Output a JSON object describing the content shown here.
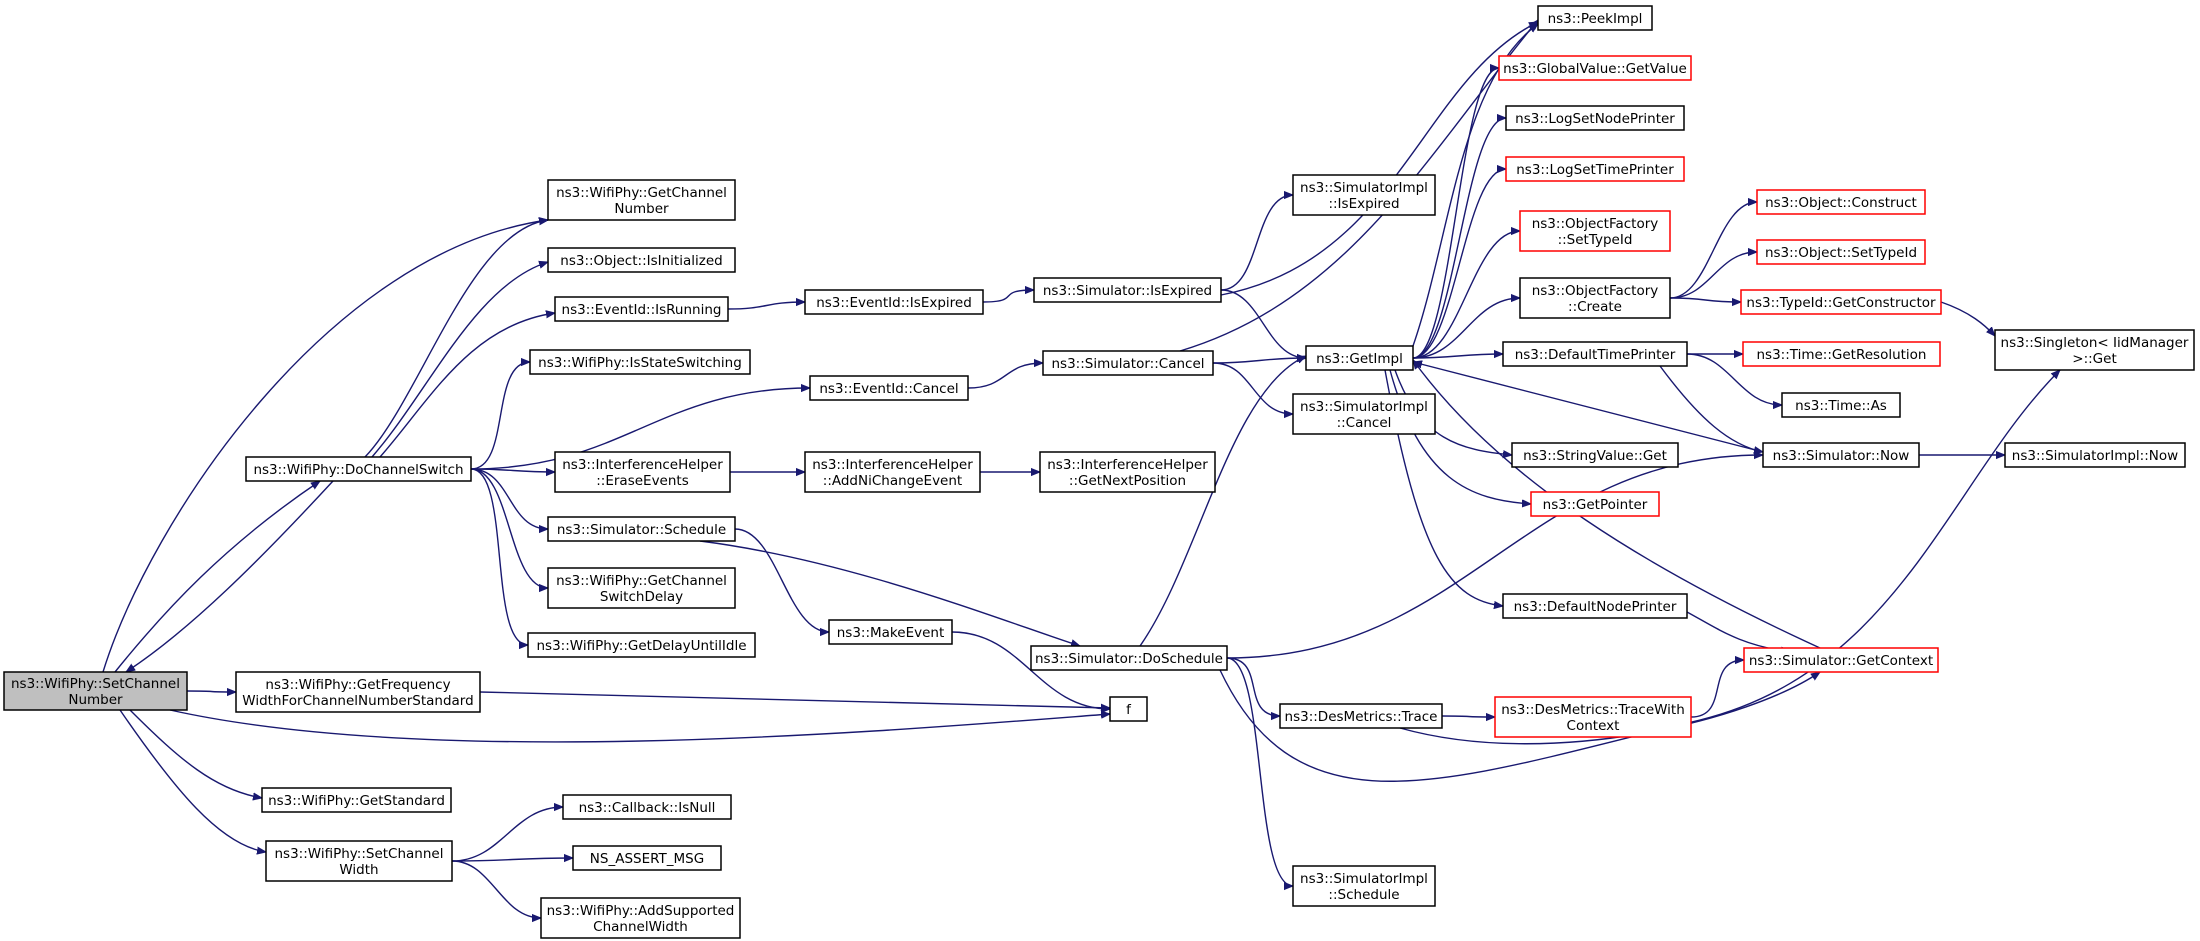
{
  "graph": {
    "type": "call-graph",
    "nodes": [
      {
        "id": "setchan",
        "lines": [
          "ns3::WifiPhy::SetChannel",
          "Number"
        ],
        "style": "root"
      },
      {
        "id": "getchan",
        "lines": [
          "ns3::WifiPhy::GetChannel",
          "Number"
        ],
        "style": "normal"
      },
      {
        "id": "isinit",
        "lines": [
          "ns3::Object::IsInitialized"
        ],
        "style": "normal"
      },
      {
        "id": "evrun",
        "lines": [
          "ns3::EventId::IsRunning"
        ],
        "style": "normal"
      },
      {
        "id": "isstate",
        "lines": [
          "ns3::WifiPhy::IsStateSwitching"
        ],
        "style": "normal"
      },
      {
        "id": "dochan",
        "lines": [
          "ns3::WifiPhy::DoChannelSwitch"
        ],
        "style": "normal"
      },
      {
        "id": "interase",
        "lines": [
          "ns3::InterferenceHelper",
          "::EraseEvents"
        ],
        "style": "normal"
      },
      {
        "id": "simsched",
        "lines": [
          "ns3::Simulator::Schedule"
        ],
        "style": "normal"
      },
      {
        "id": "getswd",
        "lines": [
          "ns3::WifiPhy::GetChannel",
          "SwitchDelay"
        ],
        "style": "normal"
      },
      {
        "id": "getdui",
        "lines": [
          "ns3::WifiPhy::GetDelayUntilIdle"
        ],
        "style": "normal"
      },
      {
        "id": "getfreq",
        "lines": [
          "ns3::WifiPhy::GetFrequency",
          "WidthForChannelNumberStandard"
        ],
        "style": "normal"
      },
      {
        "id": "getstd",
        "lines": [
          "ns3::WifiPhy::GetStandard"
        ],
        "style": "normal"
      },
      {
        "id": "setwidth",
        "lines": [
          "ns3::WifiPhy::SetChannel",
          "Width"
        ],
        "style": "normal"
      },
      {
        "id": "cbnull",
        "lines": [
          "ns3::Callback::IsNull"
        ],
        "style": "normal"
      },
      {
        "id": "assert",
        "lines": [
          "NS_ASSERT_MSG"
        ],
        "style": "normal"
      },
      {
        "id": "addsup",
        "lines": [
          "ns3::WifiPhy::AddSupported",
          "ChannelWidth"
        ],
        "style": "normal"
      },
      {
        "id": "evexp",
        "lines": [
          "ns3::EventId::IsExpired"
        ],
        "style": "normal"
      },
      {
        "id": "evcancel",
        "lines": [
          "ns3::EventId::Cancel"
        ],
        "style": "normal"
      },
      {
        "id": "intadd",
        "lines": [
          "ns3::InterferenceHelper",
          "::AddNiChangeEvent"
        ],
        "style": "normal"
      },
      {
        "id": "makeev",
        "lines": [
          "ns3::MakeEvent"
        ],
        "style": "normal"
      },
      {
        "id": "simexp",
        "lines": [
          "ns3::Simulator::IsExpired"
        ],
        "style": "normal"
      },
      {
        "id": "simcancel",
        "lines": [
          "ns3::Simulator::Cancel"
        ],
        "style": "normal"
      },
      {
        "id": "intnext",
        "lines": [
          "ns3::InterferenceHelper",
          "::GetNextPosition"
        ],
        "style": "normal"
      },
      {
        "id": "dosched",
        "lines": [
          "ns3::Simulator::DoSchedule"
        ],
        "style": "normal"
      },
      {
        "id": "f",
        "lines": [
          "f"
        ],
        "style": "normal"
      },
      {
        "id": "simimplexp",
        "lines": [
          "ns3::SimulatorImpl",
          "::IsExpired"
        ],
        "style": "normal"
      },
      {
        "id": "getimpl",
        "lines": [
          "ns3::GetImpl"
        ],
        "style": "normal"
      },
      {
        "id": "simimplcancel",
        "lines": [
          "ns3::SimulatorImpl",
          "::Cancel"
        ],
        "style": "normal"
      },
      {
        "id": "destrace",
        "lines": [
          "ns3::DesMetrics::Trace"
        ],
        "style": "normal"
      },
      {
        "id": "simimplsched",
        "lines": [
          "ns3::SimulatorImpl",
          "::Schedule"
        ],
        "style": "normal"
      },
      {
        "id": "peek",
        "lines": [
          "ns3::PeekImpl"
        ],
        "style": "normal"
      },
      {
        "id": "gvget",
        "lines": [
          "ns3::GlobalValue::GetValue"
        ],
        "style": "red"
      },
      {
        "id": "lognode",
        "lines": [
          "ns3::LogSetNodePrinter"
        ],
        "style": "normal"
      },
      {
        "id": "logtime",
        "lines": [
          "ns3::LogSetTimePrinter"
        ],
        "style": "red"
      },
      {
        "id": "ofset",
        "lines": [
          "ns3::ObjectFactory",
          "::SetTypeId"
        ],
        "style": "red"
      },
      {
        "id": "ofcreate",
        "lines": [
          "ns3::ObjectFactory",
          "::Create"
        ],
        "style": "normal"
      },
      {
        "id": "deftime",
        "lines": [
          "ns3::DefaultTimePrinter"
        ],
        "style": "normal"
      },
      {
        "id": "strget",
        "lines": [
          "ns3::StringValue::Get"
        ],
        "style": "normal"
      },
      {
        "id": "getptr",
        "lines": [
          "ns3::GetPointer"
        ],
        "style": "red"
      },
      {
        "id": "defnode",
        "lines": [
          "ns3::DefaultNodePrinter"
        ],
        "style": "normal"
      },
      {
        "id": "destwc",
        "lines": [
          "ns3::DesMetrics::TraceWith",
          "Context"
        ],
        "style": "red"
      },
      {
        "id": "objcons",
        "lines": [
          "ns3::Object::Construct"
        ],
        "style": "red"
      },
      {
        "id": "objset",
        "lines": [
          "ns3::Object::SetTypeId"
        ],
        "style": "red"
      },
      {
        "id": "tidcons",
        "lines": [
          "ns3::TypeId::GetConstructor"
        ],
        "style": "red"
      },
      {
        "id": "timeres",
        "lines": [
          "ns3::Time::GetResolution"
        ],
        "style": "red"
      },
      {
        "id": "timeas",
        "lines": [
          "ns3::Time::As"
        ],
        "style": "normal"
      },
      {
        "id": "simnow",
        "lines": [
          "ns3::Simulator::Now"
        ],
        "style": "normal"
      },
      {
        "id": "simctx",
        "lines": [
          "ns3::Simulator::GetContext"
        ],
        "style": "red"
      },
      {
        "id": "singleton",
        "lines": [
          "ns3::Singleton< IidManager",
          " >::Get"
        ],
        "style": "normal"
      },
      {
        "id": "simimplnow",
        "lines": [
          "ns3::SimulatorImpl::Now"
        ],
        "style": "normal"
      }
    ],
    "edges": [
      [
        "setchan",
        "getchan"
      ],
      [
        "setchan",
        "dochan"
      ],
      [
        "setchan",
        "getfreq"
      ],
      [
        "setchan",
        "f"
      ],
      [
        "setchan",
        "getstd"
      ],
      [
        "setchan",
        "setwidth"
      ],
      [
        "dochan",
        "getchan"
      ],
      [
        "dochan",
        "isinit"
      ],
      [
        "dochan",
        "evrun"
      ],
      [
        "dochan",
        "isstate"
      ],
      [
        "dochan",
        "evcancel"
      ],
      [
        "dochan",
        "interase"
      ],
      [
        "dochan",
        "simsched"
      ],
      [
        "dochan",
        "getswd"
      ],
      [
        "dochan",
        "getdui"
      ],
      [
        "dochan",
        "setchan"
      ],
      [
        "getfreq",
        "f"
      ],
      [
        "setwidth",
        "cbnull"
      ],
      [
        "setwidth",
        "assert"
      ],
      [
        "setwidth",
        "addsup"
      ],
      [
        "evrun",
        "evexp"
      ],
      [
        "evexp",
        "simexp"
      ],
      [
        "evcancel",
        "simcancel"
      ],
      [
        "interase",
        "intadd"
      ],
      [
        "intadd",
        "intnext"
      ],
      [
        "simsched",
        "makeev"
      ],
      [
        "simsched",
        "dosched"
      ],
      [
        "makeev",
        "f"
      ],
      [
        "simexp",
        "simimplexp"
      ],
      [
        "simexp",
        "getimpl"
      ],
      [
        "simexp",
        "peek"
      ],
      [
        "simcancel",
        "getimpl"
      ],
      [
        "simcancel",
        "simimplcancel"
      ],
      [
        "simcancel",
        "peek"
      ],
      [
        "dosched",
        "getimpl"
      ],
      [
        "dosched",
        "simnow"
      ],
      [
        "dosched",
        "destrace"
      ],
      [
        "dosched",
        "simimplsched"
      ],
      [
        "dosched",
        "singleton"
      ],
      [
        "destrace",
        "destwc"
      ],
      [
        "destrace",
        "simctx"
      ],
      [
        "destwc",
        "simctx"
      ],
      [
        "getimpl",
        "peek"
      ],
      [
        "getimpl",
        "gvget"
      ],
      [
        "getimpl",
        "lognode"
      ],
      [
        "getimpl",
        "logtime"
      ],
      [
        "getimpl",
        "ofset"
      ],
      [
        "getimpl",
        "ofcreate"
      ],
      [
        "getimpl",
        "deftime"
      ],
      [
        "getimpl",
        "strget"
      ],
      [
        "getimpl",
        "getptr"
      ],
      [
        "getimpl",
        "defnode"
      ],
      [
        "ofcreate",
        "objcons"
      ],
      [
        "ofcreate",
        "objset"
      ],
      [
        "ofcreate",
        "tidcons"
      ],
      [
        "tidcons",
        "singleton"
      ],
      [
        "deftime",
        "timeres"
      ],
      [
        "deftime",
        "timeas"
      ],
      [
        "deftime",
        "simnow"
      ],
      [
        "simnow",
        "getimpl"
      ],
      [
        "simnow",
        "simimplnow"
      ],
      [
        "simctx",
        "getimpl"
      ],
      [
        "defnode",
        "simctx"
      ]
    ]
  }
}
